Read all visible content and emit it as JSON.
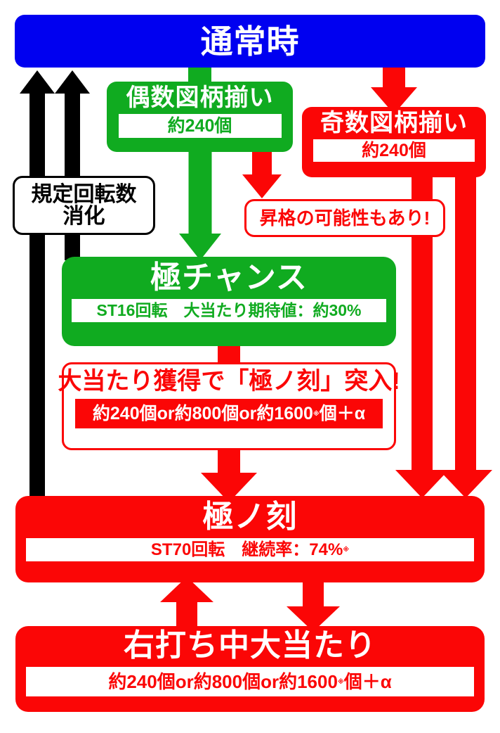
{
  "diagram": {
    "title_node": {
      "label": "通常時",
      "color": "#0000f0"
    },
    "nodes": [
      {
        "id": "even-pattern",
        "title": "偶数図柄揃い",
        "detail": "約240個",
        "color": "#10ab20"
      },
      {
        "id": "odd-pattern",
        "title": "奇数図柄揃い",
        "detail": "約240個",
        "color": "#fb0606"
      },
      {
        "id": "kiwami-chance",
        "title": "極チャンス",
        "detail": "ST16回転　大当たり期待値：約30%",
        "color": "#10ab20"
      },
      {
        "id": "kiwami-no-koku",
        "title": "極ノ刻",
        "detail_prefix": "ST70回転　継続率：74%",
        "detail_ref": "※",
        "color": "#fb0606"
      },
      {
        "id": "migiuchi-chu-oatari",
        "title": "右打ち中大当たり",
        "detail_a": "約240個or約800個or約1600",
        "detail_ref": "※",
        "detail_b": "個＋α",
        "color": "#fb0606"
      }
    ],
    "callouts": [
      {
        "id": "kitei-kaitensu",
        "line1": "規定回転数",
        "line2": "消化",
        "color": "#000000"
      },
      {
        "id": "shoukaku",
        "text": "昇格の可能性もあり!",
        "color": "#fb0606"
      },
      {
        "id": "oatari-kakutoku",
        "headline": "大当たり獲得で「極ノ刻」突入!",
        "strip_a": "約240個or約800個or約1600",
        "strip_ref": "※",
        "strip_b": "個＋α",
        "color": "#fb0606"
      }
    ]
  }
}
